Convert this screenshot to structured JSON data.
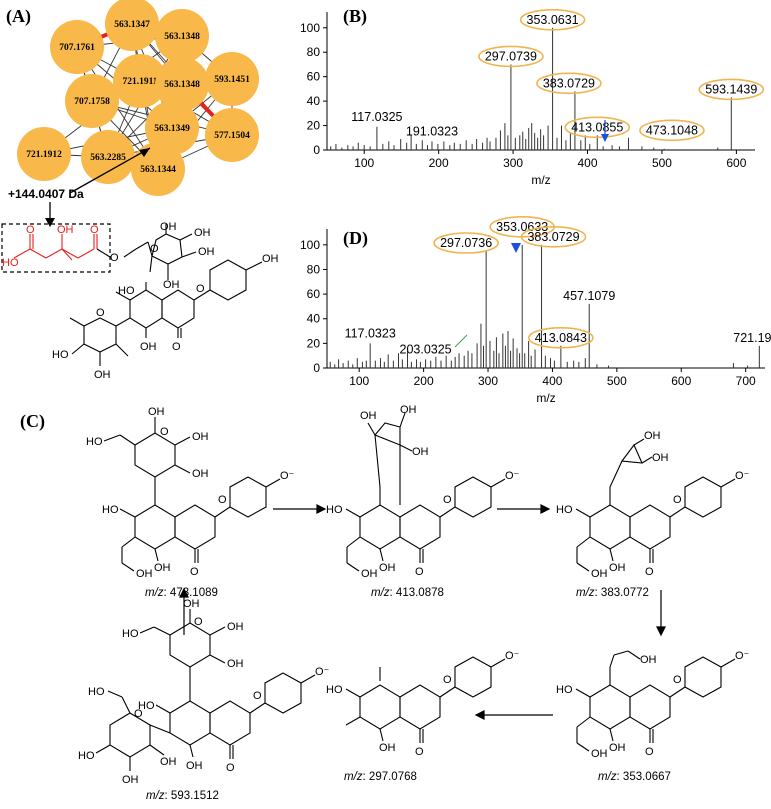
{
  "panels": {
    "a": "(A)",
    "b": "(B)",
    "c": "(C)",
    "d": "(D)"
  },
  "network": {
    "nodes": [
      {
        "id": "n1",
        "label": "563.1347"
      },
      {
        "id": "n2",
        "label": "707.1761"
      },
      {
        "id": "n3",
        "label": "563.1348"
      },
      {
        "id": "n4",
        "label": "721.1911"
      },
      {
        "id": "n5",
        "label": "563.1348"
      },
      {
        "id": "n6",
        "label": "593.1451"
      },
      {
        "id": "n7",
        "label": "707.1758"
      },
      {
        "id": "n8",
        "label": "563.1349"
      },
      {
        "id": "n9",
        "label": "577.1504"
      },
      {
        "id": "n10",
        "label": "721.1912"
      },
      {
        "id": "n11",
        "label": "563.2285"
      },
      {
        "id": "n12",
        "label": "563.1344"
      }
    ],
    "highlighted_edges": [
      [
        "n1",
        "n2"
      ],
      [
        "n5",
        "n9"
      ]
    ],
    "mass_shift": "+144.0407 Da",
    "node_color": "#f9b84a",
    "edge_highlight_color": "#e8201a"
  },
  "structure_a": {
    "labels": [
      "O",
      "HO",
      "OH",
      "O",
      "O",
      "O",
      "OH",
      "OH",
      "OH",
      "OH",
      "HO",
      "O",
      "O",
      "OH",
      "OH",
      "HO",
      "OH",
      "O"
    ]
  },
  "chart_data": [
    {
      "id": "B",
      "type": "bar",
      "xlabel": "m/z",
      "ylabel": "",
      "xlim": [
        50,
        625
      ],
      "ylim": [
        0,
        108
      ],
      "xticks": [
        100,
        200,
        300,
        400,
        500,
        600
      ],
      "yticks": [
        0,
        20,
        40,
        60,
        80,
        100
      ],
      "peaks": [
        {
          "mz": 55,
          "i": 3
        },
        {
          "mz": 62,
          "i": 5
        },
        {
          "mz": 70,
          "i": 2
        },
        {
          "mz": 78,
          "i": 4
        },
        {
          "mz": 85,
          "i": 3
        },
        {
          "mz": 92,
          "i": 6
        },
        {
          "mz": 100,
          "i": 4
        },
        {
          "mz": 108,
          "i": 3
        },
        {
          "mz": 117.0325,
          "i": 19
        },
        {
          "mz": 125,
          "i": 5
        },
        {
          "mz": 133,
          "i": 7
        },
        {
          "mz": 140,
          "i": 4
        },
        {
          "mz": 149,
          "i": 9
        },
        {
          "mz": 157,
          "i": 6
        },
        {
          "mz": 163,
          "i": 12
        },
        {
          "mz": 170,
          "i": 5
        },
        {
          "mz": 178,
          "i": 8
        },
        {
          "mz": 185,
          "i": 4
        },
        {
          "mz": 191.0323,
          "i": 7
        },
        {
          "mz": 199,
          "i": 5
        },
        {
          "mz": 207,
          "i": 7
        },
        {
          "mz": 215,
          "i": 4
        },
        {
          "mz": 221,
          "i": 6
        },
        {
          "mz": 229,
          "i": 5
        },
        {
          "mz": 237,
          "i": 8
        },
        {
          "mz": 245,
          "i": 5
        },
        {
          "mz": 251,
          "i": 9
        },
        {
          "mz": 259,
          "i": 6
        },
        {
          "mz": 265,
          "i": 10
        },
        {
          "mz": 269,
          "i": 7
        },
        {
          "mz": 277,
          "i": 10
        },
        {
          "mz": 283,
          "i": 16
        },
        {
          "mz": 289,
          "i": 22
        },
        {
          "mz": 293,
          "i": 12
        },
        {
          "mz": 297.0739,
          "i": 70
        },
        {
          "mz": 303,
          "i": 10
        },
        {
          "mz": 309,
          "i": 12
        },
        {
          "mz": 313,
          "i": 15
        },
        {
          "mz": 317,
          "i": 9
        },
        {
          "mz": 321,
          "i": 18
        },
        {
          "mz": 325,
          "i": 22
        },
        {
          "mz": 329,
          "i": 14
        },
        {
          "mz": 333,
          "i": 10
        },
        {
          "mz": 337,
          "i": 17
        },
        {
          "mz": 341,
          "i": 12
        },
        {
          "mz": 347,
          "i": 20
        },
        {
          "mz": 353.0631,
          "i": 100
        },
        {
          "mz": 359,
          "i": 10
        },
        {
          "mz": 365,
          "i": 20
        },
        {
          "mz": 371,
          "i": 8
        },
        {
          "mz": 377,
          "i": 14
        },
        {
          "mz": 383.0729,
          "i": 48
        },
        {
          "mz": 391,
          "i": 8
        },
        {
          "mz": 397,
          "i": 12
        },
        {
          "mz": 403,
          "i": 5
        },
        {
          "mz": 413.0855,
          "i": 12
        },
        {
          "mz": 421,
          "i": 3
        },
        {
          "mz": 433,
          "i": 4
        },
        {
          "mz": 443,
          "i": 3
        },
        {
          "mz": 455,
          "i": 10
        },
        {
          "mz": 473.1048,
          "i": 3
        },
        {
          "mz": 489,
          "i": 2
        },
        {
          "mz": 503,
          "i": 1
        },
        {
          "mz": 575,
          "i": 2
        },
        {
          "mz": 593.1439,
          "i": 43
        }
      ],
      "annotations": [
        {
          "text": "353.0631",
          "mz": 353.0631,
          "i": 100,
          "circled": true
        },
        {
          "text": "297.0739",
          "mz": 297.0739,
          "i": 70,
          "circled": true
        },
        {
          "text": "383.0729",
          "mz": 383.0729,
          "i": 48,
          "circled": true
        },
        {
          "text": "413.0855",
          "mz": 413.0855,
          "i": 12,
          "circled": true
        },
        {
          "text": "473.1048",
          "mz": 473.1048,
          "i": 3,
          "circled": true
        },
        {
          "text": "593.1439",
          "mz": 593.1439,
          "i": 43,
          "circled": true
        },
        {
          "text": "117.0325",
          "mz": 117.0325,
          "i": 19,
          "circled": false
        },
        {
          "text": "191.0323",
          "mz": 191.0323,
          "i": 7,
          "circled": false
        }
      ]
    },
    {
      "id": "D",
      "type": "bar",
      "xlabel": "m/z",
      "ylabel": "",
      "xlim": [
        50,
        730
      ],
      "ylim": [
        0,
        108
      ],
      "xticks": [
        100,
        200,
        300,
        400,
        500,
        600,
        700
      ],
      "yticks": [
        0,
        20,
        40,
        60,
        80,
        100
      ],
      "peaks": [
        {
          "mz": 55,
          "i": 5
        },
        {
          "mz": 62,
          "i": 3
        },
        {
          "mz": 68,
          "i": 7
        },
        {
          "mz": 75,
          "i": 4
        },
        {
          "mz": 83,
          "i": 6
        },
        {
          "mz": 90,
          "i": 3
        },
        {
          "mz": 97,
          "i": 8
        },
        {
          "mz": 105,
          "i": 5
        },
        {
          "mz": 111,
          "i": 6
        },
        {
          "mz": 117.0323,
          "i": 20
        },
        {
          "mz": 125,
          "i": 6
        },
        {
          "mz": 133,
          "i": 8
        },
        {
          "mz": 139,
          "i": 5
        },
        {
          "mz": 145,
          "i": 11
        },
        {
          "mz": 153,
          "i": 6
        },
        {
          "mz": 161,
          "i": 12
        },
        {
          "mz": 167,
          "i": 7
        },
        {
          "mz": 175,
          "i": 14
        },
        {
          "mz": 181,
          "i": 5
        },
        {
          "mz": 189,
          "i": 7
        },
        {
          "mz": 195,
          "i": 5
        },
        {
          "mz": 203.0325,
          "i": 7
        },
        {
          "mz": 211,
          "i": 6
        },
        {
          "mz": 219,
          "i": 9
        },
        {
          "mz": 227,
          "i": 6
        },
        {
          "mz": 235,
          "i": 10
        },
        {
          "mz": 243,
          "i": 6
        },
        {
          "mz": 249,
          "i": 9
        },
        {
          "mz": 255,
          "i": 12
        },
        {
          "mz": 263,
          "i": 10
        },
        {
          "mz": 269,
          "i": 14
        },
        {
          "mz": 275,
          "i": 12
        },
        {
          "mz": 283,
          "i": 20
        },
        {
          "mz": 289,
          "i": 36
        },
        {
          "mz": 293,
          "i": 18
        },
        {
          "mz": 297.0736,
          "i": 95
        },
        {
          "mz": 303,
          "i": 22
        },
        {
          "mz": 309,
          "i": 14
        },
        {
          "mz": 313,
          "i": 25
        },
        {
          "mz": 317,
          "i": 12
        },
        {
          "mz": 323,
          "i": 28
        },
        {
          "mz": 327,
          "i": 18
        },
        {
          "mz": 331,
          "i": 30
        },
        {
          "mz": 335,
          "i": 14
        },
        {
          "mz": 339,
          "i": 24
        },
        {
          "mz": 345,
          "i": 16
        },
        {
          "mz": 349,
          "i": 12
        },
        {
          "mz": 353.0633,
          "i": 100
        },
        {
          "mz": 357,
          "i": 12
        },
        {
          "mz": 363,
          "i": 22
        },
        {
          "mz": 367,
          "i": 10
        },
        {
          "mz": 373,
          "i": 15
        },
        {
          "mz": 383.0729,
          "i": 100
        },
        {
          "mz": 389,
          "i": 10
        },
        {
          "mz": 397,
          "i": 8
        },
        {
          "mz": 403,
          "i": 6
        },
        {
          "mz": 413.0843,
          "i": 18
        },
        {
          "mz": 423,
          "i": 5
        },
        {
          "mz": 433,
          "i": 6
        },
        {
          "mz": 441,
          "i": 5
        },
        {
          "mz": 451,
          "i": 8
        },
        {
          "mz": 457.1079,
          "i": 52
        },
        {
          "mz": 469,
          "i": 3
        },
        {
          "mz": 487,
          "i": 2
        },
        {
          "mz": 681,
          "i": 4
        },
        {
          "mz": 703,
          "i": 2
        },
        {
          "mz": 721.1907,
          "i": 18
        }
      ],
      "annotations": [
        {
          "text": "353.0633",
          "mz": 353.0633,
          "i": 100,
          "circled": true
        },
        {
          "text": "297.0736",
          "mz": 297.0736,
          "i": 95,
          "circled": true
        },
        {
          "text": "383.0729",
          "mz": 383.0729,
          "i": 100,
          "circled": true
        },
        {
          "text": "413.0843",
          "mz": 413.0843,
          "i": 18,
          "circled": true
        },
        {
          "text": "457.1079",
          "mz": 457.1079,
          "i": 52,
          "circled": false
        },
        {
          "text": "721.1907",
          "mz": 721.1907,
          "i": 18,
          "circled": false
        },
        {
          "text": "117.0323",
          "mz": 117.0323,
          "i": 20,
          "circled": false
        },
        {
          "text": "203.0325",
          "mz": 203.0325,
          "i": 7,
          "circled": false
        }
      ]
    }
  ],
  "pathway": {
    "captions": [
      {
        "prefix": "m/z",
        "value": ": 473.1089"
      },
      {
        "prefix": "m/z",
        "value": ": 413.0878"
      },
      {
        "prefix": "m/z",
        "value": ": 383.0772"
      },
      {
        "prefix": "m/z",
        "value": ": 353.0667"
      },
      {
        "prefix": "m/z",
        "value": ": 297.0768"
      },
      {
        "prefix": "m/z",
        "value": ": 593.1512"
      }
    ],
    "atoms": {
      "oh": "OH",
      "ho": "HO",
      "o": "O",
      "ominus": "O⁻"
    }
  }
}
